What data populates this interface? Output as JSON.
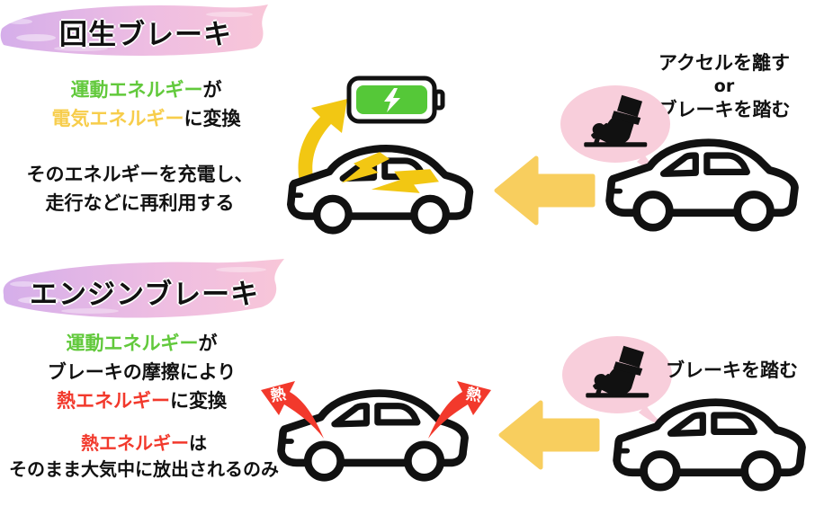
{
  "colors": {
    "black": "#111111",
    "green": "#62c93c",
    "yellow": "#f7cd4b",
    "red": "#f2392c",
    "arrow_yellow": "#f8ce5e",
    "bolt_yellow": "#f2c713",
    "battery_green": "#55c838",
    "bubble_pink": "#f8cedb",
    "brush_purple": "#d5aeea",
    "brush_pink": "#f8c6d8"
  },
  "regen_section": {
    "title": "回生ブレーキ",
    "conversion_lines": [
      {
        "segments": [
          {
            "text": "運動エネルギー",
            "color": "green"
          },
          {
            "text": "が",
            "color": "black"
          }
        ]
      },
      {
        "segments": [
          {
            "text": "電気エネルギー",
            "color": "yellow"
          },
          {
            "text": "に変換",
            "color": "black"
          }
        ]
      }
    ],
    "result_lines": [
      {
        "segments": [
          {
            "text": "そのエネルギーを充電し、",
            "color": "black"
          }
        ]
      },
      {
        "segments": [
          {
            "text": "走行などに再利用する",
            "color": "black"
          }
        ]
      }
    ],
    "trigger_lines": [
      "アクセルを離す",
      "or",
      "ブレーキを踏む"
    ]
  },
  "engine_section": {
    "title": "エンジンブレーキ",
    "conversion_lines": [
      {
        "segments": [
          {
            "text": "運動エネルギー",
            "color": "green"
          },
          {
            "text": "が",
            "color": "black"
          }
        ]
      },
      {
        "segments": [
          {
            "text": "ブレーキの摩擦により",
            "color": "black"
          }
        ]
      },
      {
        "segments": [
          {
            "text": "熱エネルギー",
            "color": "red"
          },
          {
            "text": "に変換",
            "color": "black"
          }
        ]
      }
    ],
    "result_lines": [
      {
        "segments": [
          {
            "text": "熱エネルギー",
            "color": "red"
          },
          {
            "text": "は",
            "color": "black"
          }
        ]
      },
      {
        "segments": [
          {
            "text": "そのまま大気中に放出されるのみ",
            "color": "black"
          }
        ]
      }
    ],
    "trigger_label": "ブレーキを踏む",
    "heat_label": "熱"
  }
}
